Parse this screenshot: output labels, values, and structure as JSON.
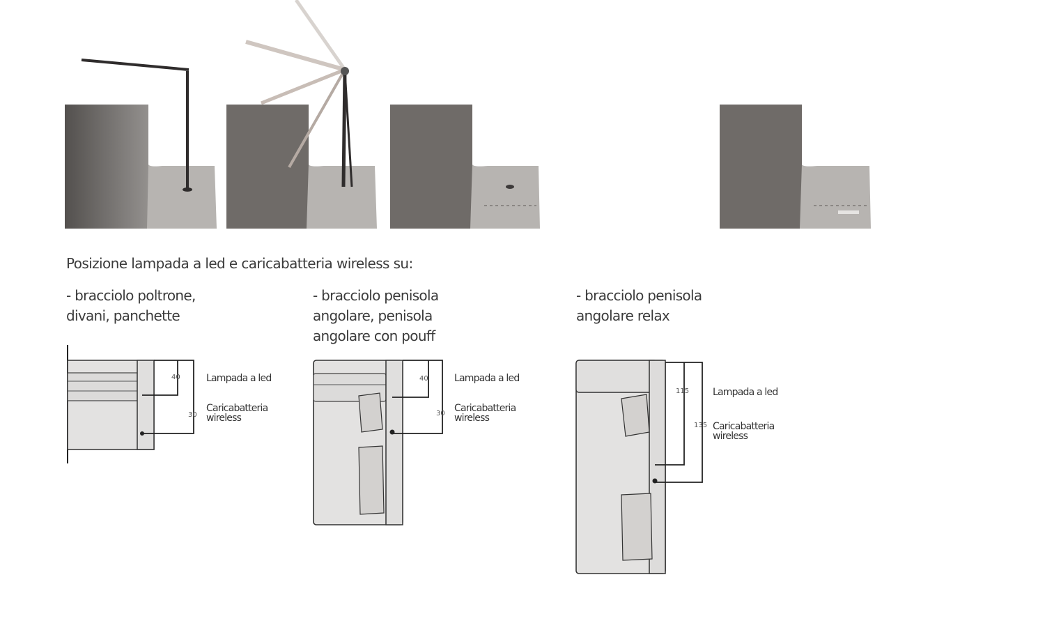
{
  "heading": "Posizione lampada a led e caricabatteria wireless su:",
  "columns": [
    {
      "caption": "- bracciolo poltrone,\ndivani, panchette",
      "lamp_label": "Lampada a led",
      "charger_label": "Caricabatteria\nwireless",
      "lamp_dim": "40",
      "charger_dim": "30"
    },
    {
      "caption": "- bracciolo penisola\nangolare, penisola\nangolare con pouff",
      "lamp_label": "Lampada a led",
      "charger_label": "Caricabatteria\nwireless",
      "lamp_dim": "40",
      "charger_dim": "30"
    },
    {
      "caption": "- bracciolo penisola\nangolare relax",
      "lamp_label": "Lampada a led",
      "charger_label": "Caricabatteria\nwireless",
      "lamp_dim": "115",
      "charger_dim": "135"
    }
  ],
  "colors": {
    "fabric": "#6f6b68",
    "fabric_light": "#c9c6c3",
    "lamp": "#2f2c2c",
    "line": "#222222"
  }
}
